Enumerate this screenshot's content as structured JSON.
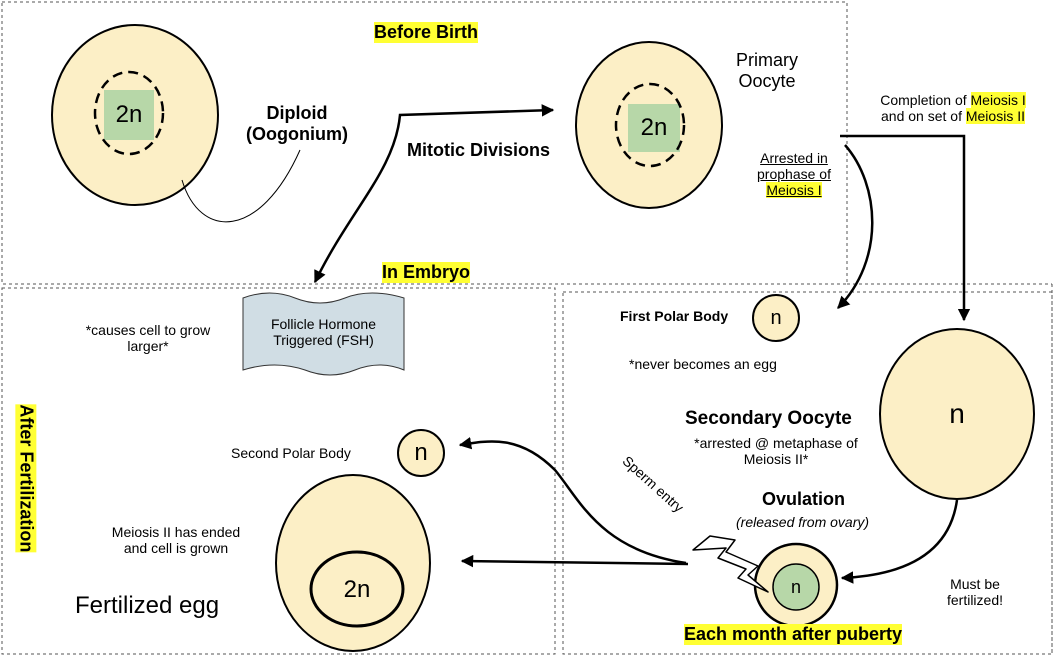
{
  "colors": {
    "cell_fill": "#fcefc6",
    "nucleus_fill": "#b7d7a8",
    "highlight": "#ffff33",
    "flag_fill": "#d0dde4"
  },
  "sections": {
    "before_birth": "Before Birth",
    "in_embryo": "In Embryo",
    "after_fertilization": "After Fertilization",
    "each_month": "Each month after puberty"
  },
  "oogonium": {
    "ploidy": "2n",
    "label_line1": "Diploid",
    "label_line2": "(Oogonium)"
  },
  "mitotic": "Mitotic Divisions",
  "primary_oocyte": {
    "ploidy": "2n",
    "label_line1": "Primary",
    "label_line2": "Oocyte"
  },
  "arrested": {
    "line1": "Arrested in",
    "line2": "prophase of",
    "line3": "Meiosis I"
  },
  "completion": {
    "part1": "Completion of ",
    "hl1": "Meiosis I",
    "part2": "and on set of ",
    "hl2": "Meiosis II"
  },
  "fsh": {
    "line1": "Follicle Hormone",
    "line2": "Triggered (FSH)"
  },
  "fsh_note": {
    "line1": "*causes cell to grow",
    "line2": "larger*"
  },
  "first_polar": {
    "label": "First Polar Body",
    "ploidy": "n",
    "note": "*never becomes an egg"
  },
  "secondary_oocyte": {
    "title": "Secondary Oocyte",
    "note1": "*arrested @ metaphase of",
    "note2": "Meiosis II*",
    "ploidy": "n"
  },
  "second_polar": {
    "label": "Second Polar Body",
    "ploidy": "n"
  },
  "meiosis_ended": {
    "line1": "Meiosis II has ended",
    "line2": "and cell is grown"
  },
  "fertilized": {
    "label": "Fertilized egg",
    "ploidy": "2n"
  },
  "sperm": "Sperm entry",
  "ovulation": {
    "title": "Ovulation",
    "sub": "(released from ovary)",
    "ploidy": "n"
  },
  "must_be": {
    "line1": "Must be",
    "line2": "fertilized!"
  }
}
